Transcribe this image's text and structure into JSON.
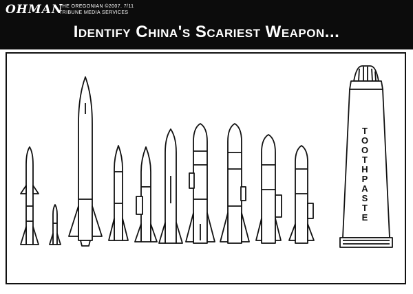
{
  "header": {
    "signature": "OHMAN",
    "credit_line_1": "THE OREGONIAN ©2007. 7/11",
    "credit_line_2": "TRIBUNE MEDIA SERVICES",
    "caption": "Identify China's Scariest Weapon...",
    "band_color": "#0c0c0c"
  },
  "tube": {
    "label_letters": [
      "T",
      "O",
      "O",
      "T",
      "H",
      "P",
      "A",
      "S",
      "T",
      "E"
    ]
  },
  "colors": {
    "ink": "#111111",
    "paper": "#ffffff"
  }
}
